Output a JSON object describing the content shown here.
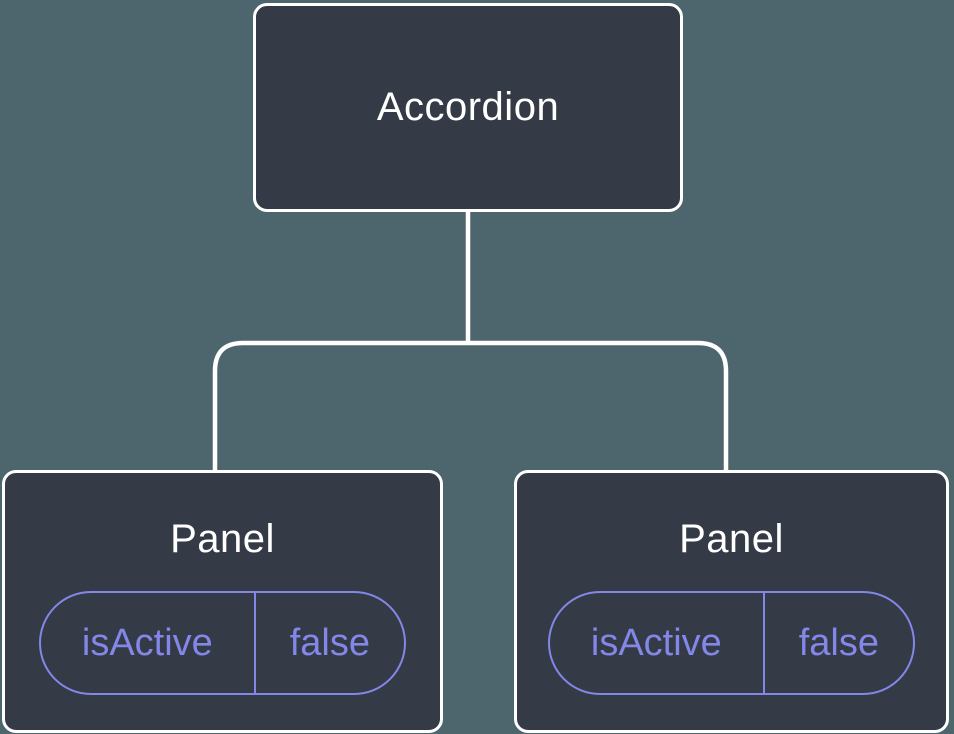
{
  "diagram": {
    "root": {
      "label": "Accordion"
    },
    "children": [
      {
        "label": "Panel",
        "state": {
          "name": "isActive",
          "value": "false"
        }
      },
      {
        "label": "Panel",
        "state": {
          "name": "isActive",
          "value": "false"
        }
      }
    ]
  },
  "colors": {
    "background": "#4d666e",
    "node_fill": "#343a46",
    "node_border": "#ffffff",
    "node_text": "#ffffff",
    "state_accent": "#8287e8",
    "connector": "#ffffff"
  }
}
